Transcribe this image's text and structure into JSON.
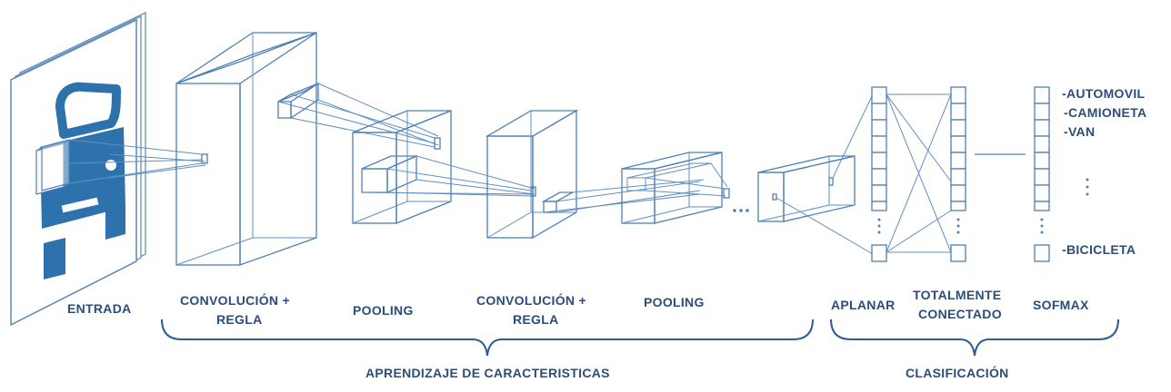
{
  "labels": {
    "input": "ENTRADA",
    "conv1_line1": "CONVOLUCIÓN +",
    "conv1_line2": "REGLA",
    "pool1": "POOLING",
    "conv2_line1": "CONVOLUCIÓN +",
    "conv2_line2": "REGLA",
    "pool2": "POOLING",
    "flatten": "APLANAR",
    "fc_line1": "TOTALMENTE",
    "fc_line2": "CONECTADO",
    "softmax": "SOFMAX",
    "feature_learning": "APRENDIZAJE DE CARACTERISTICAS",
    "classification": "CLASIFICACIÓN"
  },
  "classes": [
    "-AUTOMOVIL",
    "-CAMIONETA",
    "-VAN",
    "-BICICLETA"
  ],
  "colors": {
    "primary_blue": "#2e72ad",
    "line_blue": "#4f80b5",
    "text": "#2c4d7a"
  },
  "icons": [
    "car-icon"
  ]
}
